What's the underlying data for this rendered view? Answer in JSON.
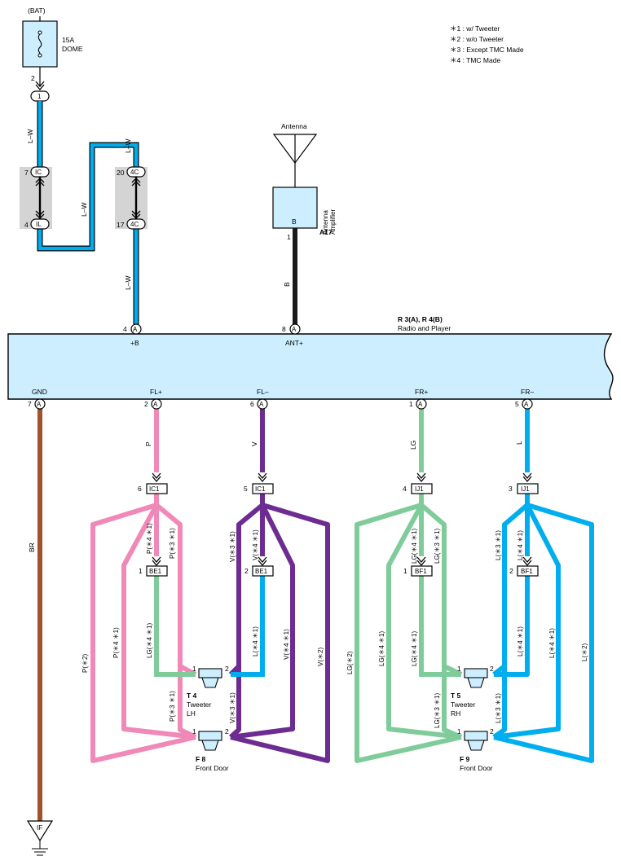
{
  "notes": [
    "＊1 : w/ Tweeter",
    "＊2 : w/o Tweeter",
    "＊3 : Except TMC Made",
    "＊4 : TMC Made"
  ],
  "fuse": {
    "source": "(BAT)",
    "rating": "15A",
    "name": "DOME",
    "pin": "2"
  },
  "junctions": {
    "j1": {
      "label": "1"
    },
    "IC": {
      "label": "IC",
      "pin": "7"
    },
    "IL": {
      "label": "IL",
      "pin": "4"
    },
    "C4top": {
      "label": "4C",
      "pin": "20"
    },
    "C4bot": {
      "label": "4C",
      "pin": "17"
    }
  },
  "wire_labels": {
    "lw1": "L–W",
    "lw2": "L–W",
    "lw3": "L–W",
    "lw4": "L–W",
    "b": "B",
    "br": "BR",
    "p": "P",
    "v": "V",
    "lg": "LG",
    "l": "L"
  },
  "antenna": {
    "title": "Antenna",
    "code": "A17",
    "name_line1": "Antenna",
    "name_line2": "Amplifier",
    "pin_letter": "B",
    "pin_num": "1"
  },
  "radio": {
    "code": "R 3(A), R 4(B)",
    "name": "Radio and Player",
    "top_pins": [
      {
        "num": "4",
        "conn": "A",
        "label": "+B"
      },
      {
        "num": "8",
        "conn": "A",
        "label": "ANT+"
      }
    ],
    "bottom_pins": [
      {
        "num": "7",
        "conn": "A",
        "label": "GND"
      },
      {
        "num": "2",
        "conn": "A",
        "label": "FL+"
      },
      {
        "num": "6",
        "conn": "A",
        "label": "FL–"
      },
      {
        "num": "1",
        "conn": "A",
        "label": "FR+"
      },
      {
        "num": "5",
        "conn": "A",
        "label": "FR–"
      }
    ]
  },
  "connectors": {
    "ic1a": {
      "label": "IC1",
      "pin": "6"
    },
    "ic1b": {
      "label": "IC1",
      "pin": "5"
    },
    "ij1a": {
      "label": "IJ1",
      "pin": "4"
    },
    "ij1b": {
      "label": "IJ1",
      "pin": "3"
    },
    "be1a": {
      "label": "BE1",
      "pin": "1"
    },
    "be1b": {
      "label": "BE1",
      "pin": "2"
    },
    "bf1a": {
      "label": "BF1",
      "pin": "1"
    },
    "bf1b": {
      "label": "BF1",
      "pin": "2"
    }
  },
  "branch_labels": {
    "p_star4": "P(＊4 ＊1)",
    "p_star3": "P(＊3 ＊1)",
    "p_star2": "P(＊2)",
    "p_star4b": "P(＊4 ＊1)",
    "p_star3b": "P(＊3 ＊1)",
    "lg_star4_l": "LG(＊4 ＊1)",
    "v_star3": "V(＊3 ＊1)",
    "v_star4": "V(＊4 ＊1)",
    "v_star4b": "V(＊4 ＊1)",
    "v_star2": "V(＊2)",
    "v_star3b": "V(＊3 ＊1)",
    "l_star4_l": "L(＊4 ＊1)",
    "lg_star4": "LG(＊4 ＊1)",
    "lg_star3": "LG(＊3 ＊1)",
    "lg_star2": "LG(＊2)",
    "lg_star4b": "LG(＊4 ＊1)",
    "lg_star4c": "LG(＊4 ＊1)",
    "lg_star3b": "LG(＊3 ＊1)",
    "l_star3": "L(＊3 ＊1)",
    "l_star4": "L(＊4 ＊1)",
    "l_star4b": "L(＊4 ＊1)",
    "l_star2": "L(＊2)",
    "l_star4c": "L(＊4 ＊1)",
    "l_star3b": "L(＊3 ＊1)"
  },
  "speakers": {
    "t4": {
      "code": "T 4",
      "name": "Tweeter",
      "side": "LH",
      "pin1": "1",
      "pin2": "2"
    },
    "f8": {
      "code": "F 8",
      "name": "Front Door",
      "pin1": "1",
      "pin2": "2"
    },
    "t5": {
      "code": "T 5",
      "name": "Tweeter",
      "side": "RH",
      "pin1": "1",
      "pin2": "2"
    },
    "f9": {
      "code": "F 9",
      "name": "Front Door",
      "pin1": "1",
      "pin2": "2"
    }
  },
  "ground": {
    "label": "IF"
  },
  "colors": {
    "lw": "#00aeef",
    "b": "#1a1a1a",
    "br": "#a0522d",
    "p": "#f088b8",
    "v": "#6d2c91",
    "lg": "#7fcc9a",
    "l": "#00aeef",
    "radio_fill": "#cceeff",
    "junction_bg": "#d4d4d4",
    "speaker_fill": "#cceeff"
  }
}
